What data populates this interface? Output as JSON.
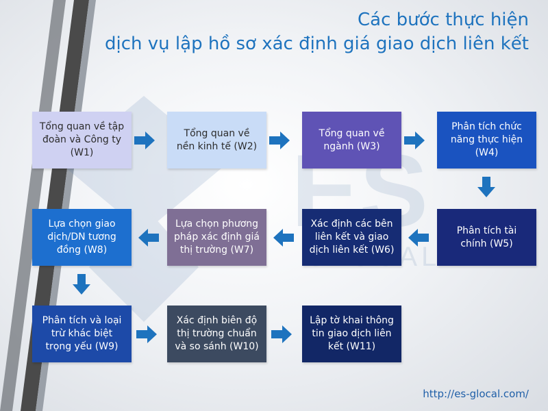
{
  "title": {
    "line1": "Các bước thực hiện",
    "line2": "dịch vụ lập hồ sơ xác định giá giao dịch liên kết"
  },
  "steps": [
    {
      "label": "Tổng quan về tập đoàn và Công ty (W1)"
    },
    {
      "label": "Tổng quan về nền kinh tế (W2)"
    },
    {
      "label": "Tổng quan về ngành (W3)"
    },
    {
      "label": "Phân tích chức năng thực hiện (W4)"
    },
    {
      "label": "Phân tích tài chính (W5)"
    },
    {
      "label": "Xác định các bên liên kết và giao dịch liên kết (W6)"
    },
    {
      "label": "Lựa chọn phương pháp xác định giá thị trường (W7)"
    },
    {
      "label": "Lựa chọn giao dịch/DN tương đồng (W8)"
    },
    {
      "label": "Phân tích và loại trừ khác biệt trọng yếu (W9)"
    },
    {
      "label": "Xác định biên độ thị trường chuẩn và so sánh (W10)"
    },
    {
      "label": "Lập tờ khai thông tin giao dịch liên kết (W11)"
    }
  ],
  "colors": {
    "title": "#1e73be",
    "arrow": "#1e73be",
    "url": "#1f5fa8",
    "step_fills": [
      "#cfd1f2",
      "#c9dcf7",
      "#5f53b5",
      "#1a53c0",
      "#19297a",
      "#162c74",
      "#7f6f95",
      "#1d6fcf",
      "#1d4aa8",
      "#3c4a60",
      "#122766"
    ],
    "step_text": [
      "#2c2c2c",
      "#2c2c2c",
      "#ffffff",
      "#ffffff",
      "#ffffff",
      "#ffffff",
      "#ffffff",
      "#ffffff",
      "#ffffff",
      "#ffffff",
      "#ffffff"
    ]
  },
  "watermark": {
    "text": "ES",
    "subtext": "GLOCAL"
  },
  "footer": {
    "url": "http://es-glocal.com/"
  }
}
